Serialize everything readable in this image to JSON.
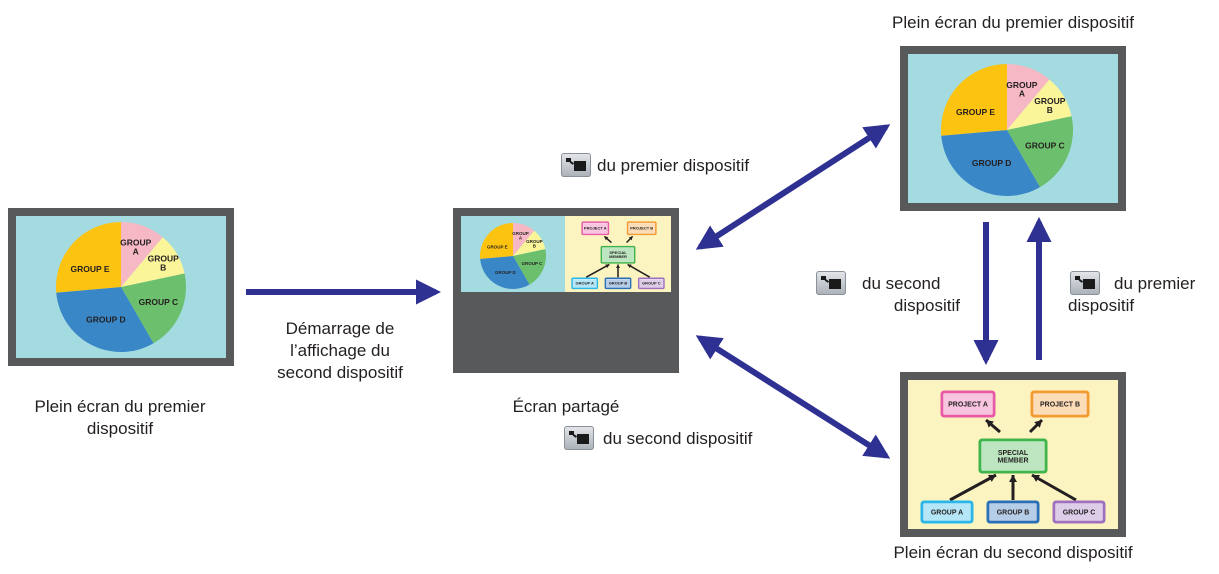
{
  "captions": {
    "left_line1": "Plein écran du premier",
    "left_line2": "dispositif",
    "start_line1": "Démarrage de",
    "start_line2": "l’affichage du",
    "start_line3": "second dispositif",
    "split": "Écran partagé",
    "top_right": "Plein écran du premier dispositif",
    "bottom_right": "Plein écran du second dispositif",
    "icon_first_top": "du premier dispositif",
    "icon_second_bottom": "du second dispositif",
    "icon_second_mid_line1": "du second",
    "icon_second_mid_line2": "dispositif",
    "icon_first_mid_line1": "du premier",
    "icon_first_mid_line2": "dispositif"
  },
  "pie": {
    "labels": {
      "a": "GROUP\nA",
      "b": "GROUP\nB",
      "c": "GROUP C",
      "d": "GROUP D",
      "e": "GROUP E"
    },
    "colors": {
      "a": "#f6b8c4",
      "b": "#fbf59a",
      "c": "#6cbf6c",
      "d": "#3a87c8",
      "e": "#fdc311"
    }
  },
  "org": {
    "project_a": "PROJECT A",
    "project_b": "PROJECT B",
    "special": "SPECIAL\nMEMBER",
    "group_a": "GROUP A",
    "group_b": "GROUP B",
    "group_c": "GROUP C"
  },
  "colors": {
    "arrow": "#2e3192",
    "frame": "#58595b",
    "screen_bg": "#a3dbe0",
    "org_bg": "#fcf4c0"
  }
}
